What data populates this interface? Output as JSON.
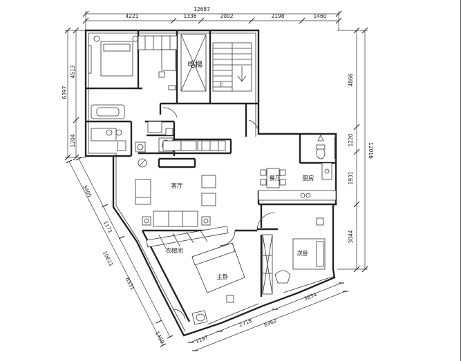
{
  "rooms": {
    "living": "客厅",
    "dining": "餐厅",
    "kitchen": "厨房",
    "master": "主卧",
    "second": "次卧",
    "closet": "衣帽间",
    "elevator": "电梯"
  },
  "dimensions": {
    "overall_top": "12687",
    "top_segments": [
      "4221",
      "1336",
      "2002",
      "2198",
      "1460"
    ],
    "left_outer": "6397",
    "left_inner": [
      "4513",
      "1204"
    ],
    "right_outer": "12016",
    "right_inner": [
      "4866",
      "1220",
      "1931",
      "3044"
    ],
    "diag_left_outer": "10621",
    "diag_left_inner": [
      "3405",
      "1171",
      "6331"
    ],
    "diag_left_end": "1450",
    "bottom_outer": "8362",
    "bottom_inner": [
      "1197",
      "2718",
      "3654"
    ]
  }
}
